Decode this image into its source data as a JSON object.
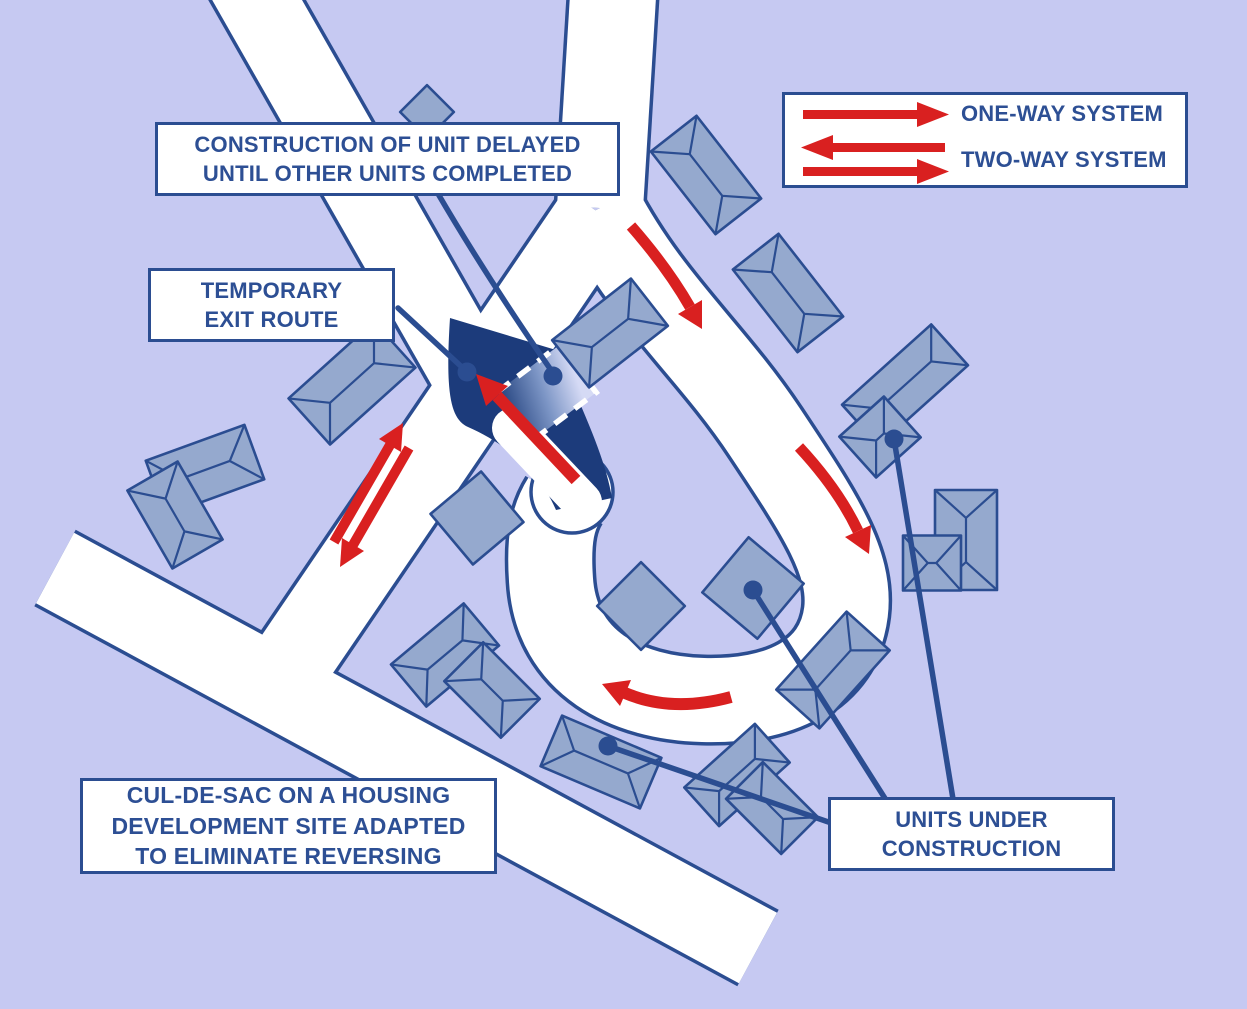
{
  "diagram": {
    "legend": {
      "items": [
        {
          "symbol": "one-way-arrow-icon",
          "label": "ONE-WAY SYSTEM"
        },
        {
          "symbol": "two-way-arrow-icon",
          "label": "TWO-WAY SYSTEM"
        }
      ]
    },
    "callouts": {
      "delayed_unit": {
        "line1": "CONSTRUCTION OF UNIT DELAYED",
        "line2": "UNTIL OTHER UNITS COMPLETED"
      },
      "temporary_exit": {
        "line1": "TEMPORARY",
        "line2": "EXIT ROUTE"
      },
      "units_under_construction": {
        "line1": "UNITS UNDER",
        "line2": "CONSTRUCTION"
      },
      "caption": {
        "line1": "CUL-DE-SAC ON A HOUSING",
        "line2": "DEVELOPMENT SITE ADAPTED",
        "line3": "TO ELIMINATE REVERSING"
      }
    },
    "colors": {
      "background": "#c6c9f2",
      "road": "#ffffff",
      "road_edge": "#2b4d91",
      "house": "#95a9ce",
      "temporary_route": "#1c3b7b",
      "arrow_red": "#d92020",
      "text": "#2d4f94"
    }
  }
}
